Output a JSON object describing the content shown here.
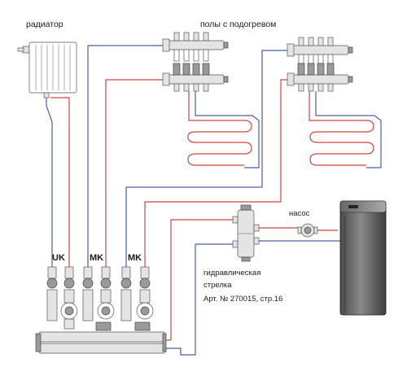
{
  "labels": {
    "radiator": "радиатор",
    "floor_heating": "полы с подогревом",
    "pump": "насос",
    "hydro_arrow_line1": "гидравлическая",
    "hydro_arrow_line2": "стрелка",
    "article": "Арт. № 270015, стр.16",
    "uk": "UK",
    "mk1": "MK",
    "mk2": "MK"
  },
  "colors": {
    "supply_pipe": "#d64541",
    "return_pipe": "#4a5fa8",
    "boiler_body": "#6e6e6e",
    "metal_part": "#e4e4e4"
  }
}
